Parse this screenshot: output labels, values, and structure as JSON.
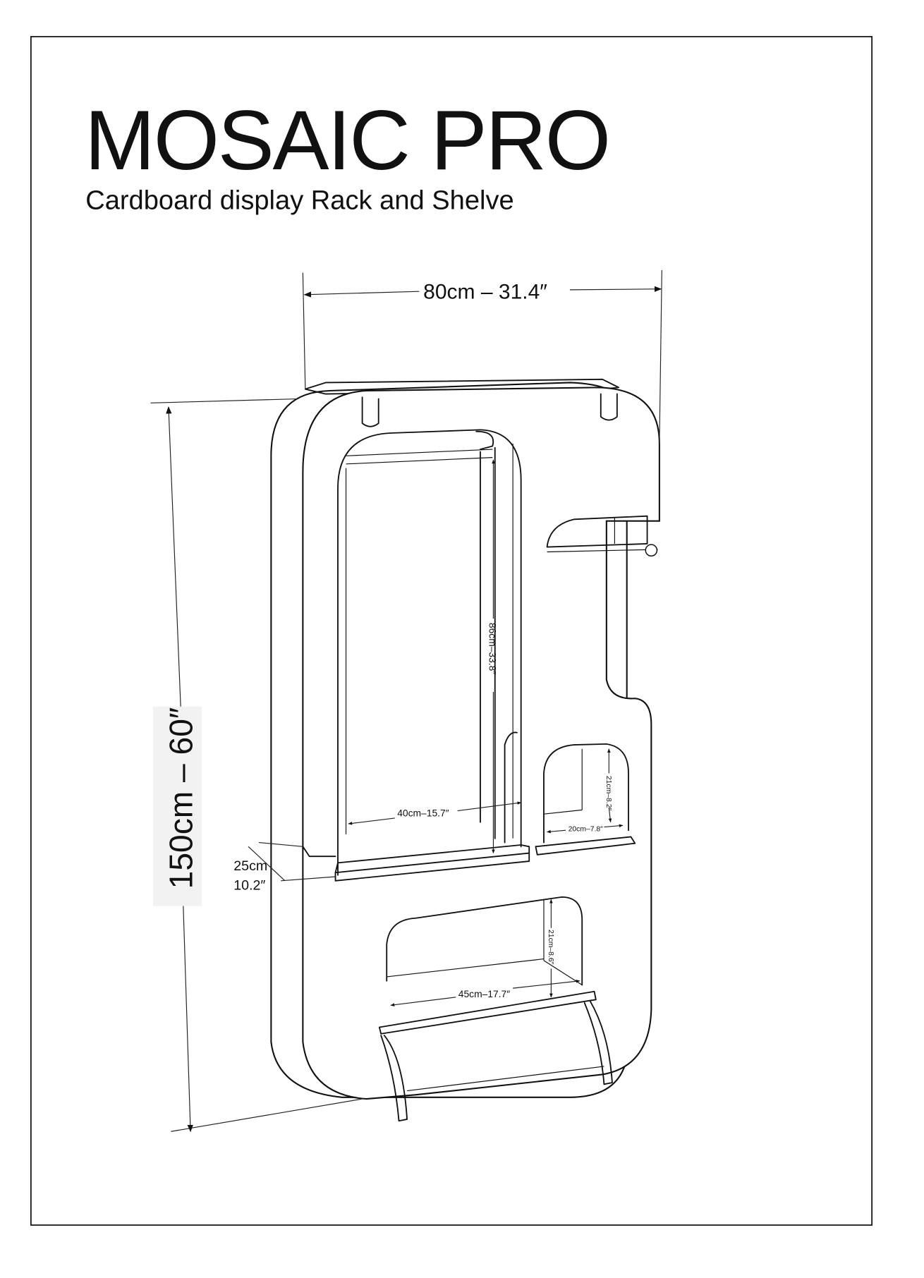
{
  "title": "MOSAIC PRO",
  "subtitle": "Cardboard display Rack and Shelve",
  "dimensions": {
    "width": "80cm – 31.4″",
    "height": "150cm – 60″",
    "inner_height": "86cm–33.8″",
    "inner_width": "40cm–15.7″",
    "small_shelf_height": "21cm–8.2″",
    "small_shelf_width": "20cm–7.8″",
    "depth_cm": "25cm",
    "depth_in": "10.2″",
    "bottom_height": "21cm–8.6″",
    "bottom_width": "45cm–17.7″"
  }
}
